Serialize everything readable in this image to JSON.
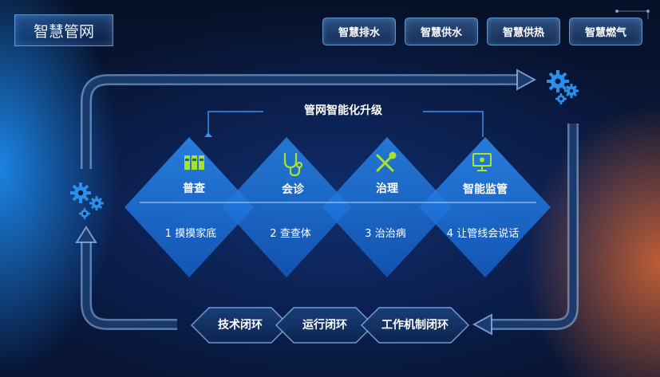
{
  "app": {
    "title": "智慧管网"
  },
  "nav": {
    "items": [
      {
        "label": "智慧排水"
      },
      {
        "label": "智慧供水"
      },
      {
        "label": "智慧供热"
      },
      {
        "label": "智慧燃气"
      }
    ]
  },
  "diagram": {
    "upgrade_title": "管网智能化升级",
    "stages": [
      {
        "name": "普查",
        "step": "1 摸摸家底",
        "icon": "binders-icon"
      },
      {
        "name": "会诊",
        "step": "2 查查体",
        "icon": "stethoscope-icon"
      },
      {
        "name": "治理",
        "step": "3 治治病",
        "icon": "tools-icon"
      },
      {
        "name": "智能监管",
        "step": "4 让管线会说话",
        "icon": "monitor-icon"
      }
    ],
    "loops": [
      {
        "label": "技术闭环"
      },
      {
        "label": "运行闭环"
      },
      {
        "label": "工作机制闭环"
      }
    ]
  },
  "colors": {
    "diamond": "#1f78e0",
    "icon_accent": "#a6e22e",
    "gear": "#2a8fe8"
  }
}
